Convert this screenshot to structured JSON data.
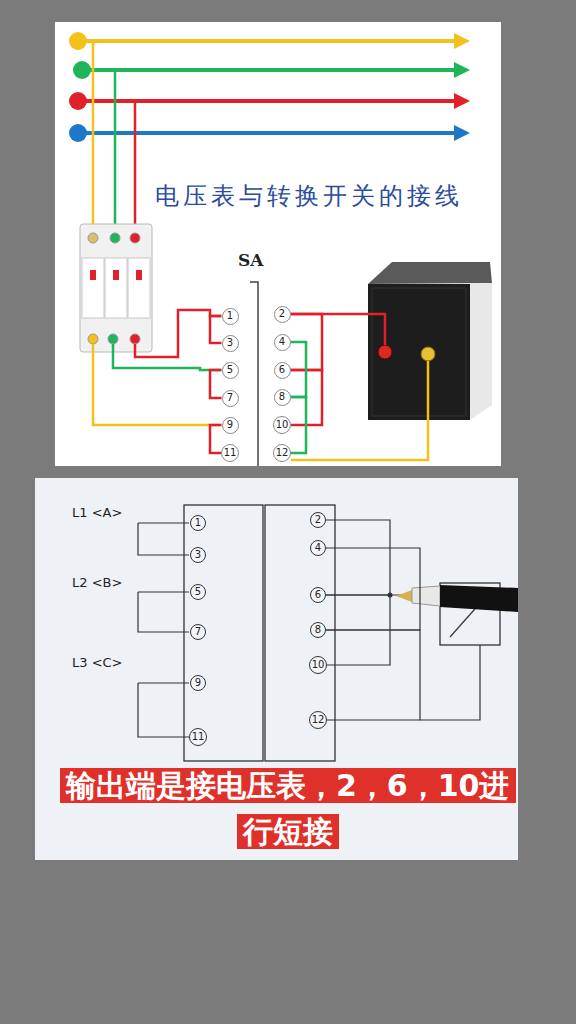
{
  "diagram": {
    "title": "电压表与转换开关的接线",
    "caption": "输出端是接电压表，2，6，10进行短接",
    "nodes": [
      {
        "text": [
          "1"
        ]
      },
      {
        "text": [
          "3"
        ]
      },
      {
        "text": [
          "5"
        ]
      },
      {
        "text": [
          "7"
        ]
      },
      {
        "text": [
          "9"
        ]
      },
      {
        "text": [
          "11"
        ]
      },
      {
        "text": [
          "2"
        ]
      },
      {
        "text": [
          "4"
        ]
      },
      {
        "text": [
          "6"
        ]
      },
      {
        "text": [
          "8"
        ]
      },
      {
        "text": [
          "10"
        ]
      },
      {
        "text": [
          "12"
        ]
      },
      {
        "text": [
          "1"
        ]
      },
      {
        "text": [
          "3"
        ]
      },
      {
        "text": [
          "5"
        ]
      },
      {
        "text": [
          "7"
        ]
      },
      {
        "text": [
          "9"
        ]
      },
      {
        "text": [
          "11"
        ]
      },
      {
        "text": [
          "2"
        ]
      },
      {
        "text": [
          "4"
        ]
      },
      {
        "text": [
          "6"
        ]
      },
      {
        "text": [
          "8"
        ]
      },
      {
        "text": [
          "10"
        ]
      },
      {
        "text": [
          "12"
        ]
      }
    ],
    "edges": [
      {
        "from": 0,
        "to": 1,
        "arrow": "none"
      },
      {
        "from": 2,
        "to": 3,
        "arrow": "none"
      },
      {
        "from": 4,
        "to": 5,
        "arrow": "none"
      },
      {
        "from": 6,
        "to": 8,
        "arrow": "none"
      },
      {
        "from": 8,
        "to": 10,
        "arrow": "none"
      },
      {
        "from": 7,
        "to": 9,
        "arrow": "none"
      },
      {
        "from": 9,
        "to": 11,
        "arrow": "none"
      },
      {
        "from": 18,
        "to": 20,
        "arrow": "none"
      },
      {
        "from": 20,
        "to": 22,
        "arrow": "none"
      },
      {
        "from": 19,
        "to": 21,
        "arrow": "none"
      },
      {
        "from": 21,
        "to": 23,
        "arrow": "none"
      }
    ],
    "labels": [
      "SA",
      "L1 <A>",
      "L2 <B>",
      "L3 <C>"
    ]
  }
}
